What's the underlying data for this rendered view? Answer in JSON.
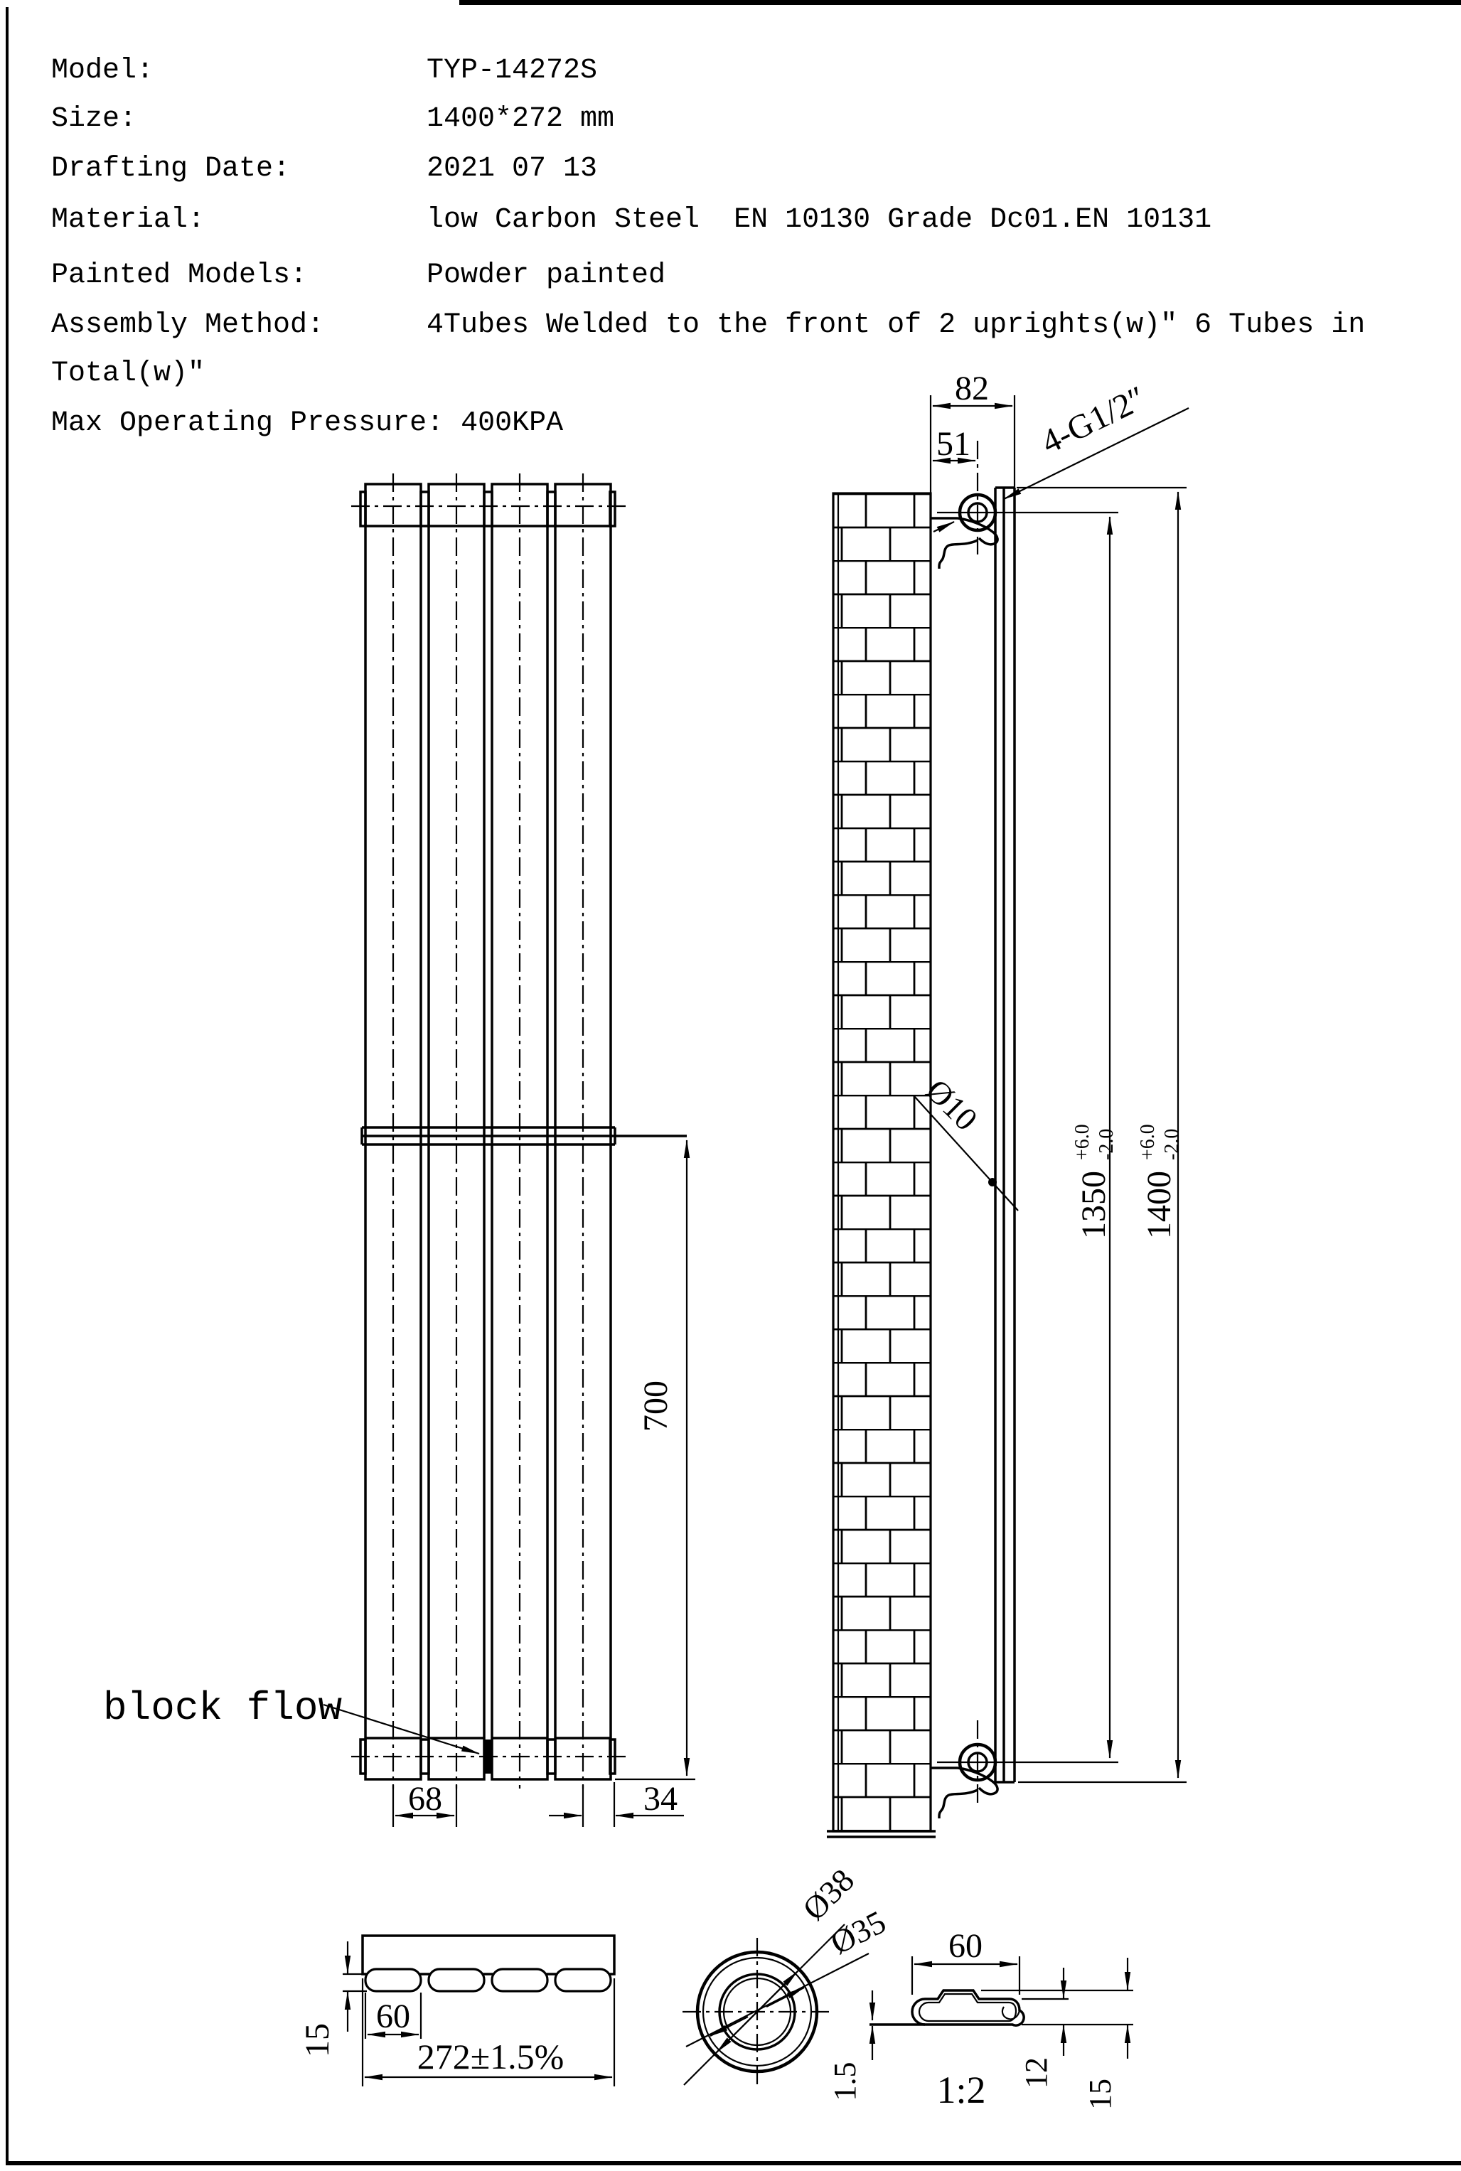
{
  "title_block": {
    "rows": [
      {
        "label": "Model:",
        "value": "TYP-14272S"
      },
      {
        "label": "Size:",
        "value": "1400*272 mm"
      },
      {
        "label": "Drafting Date:",
        "value": "2021 07 13"
      },
      {
        "label": "Material:",
        "value": "low Carbon Steel  EN 10130 Grade Dc01.EN 10131"
      },
      {
        "label": "Painted Models:",
        "value": "Powder painted"
      },
      {
        "label": "Assembly Method:",
        "value": "4Tubes Welded to the front of 2 uprights(w)″ 6 Tubes in"
      }
    ],
    "wrap_line": "Total(w)″",
    "pressure": {
      "label": "Max Operating Pressure:",
      "value": "400KPA"
    }
  },
  "front_view": {
    "labels": {
      "block_flow": "block flow",
      "bracket_height": "700",
      "tube_pitch": "68",
      "edge_to_center": "34"
    }
  },
  "side_view": {
    "labels": {
      "depth": "82",
      "hub_offset": "51",
      "thread": "4-G1/2″",
      "hole": "Ø10"
    },
    "dims": {
      "port_span": {
        "value": "1350",
        "plus": "+6.0",
        "minus": "-2.0"
      },
      "overall": {
        "value": "1400",
        "plus": "+6.0",
        "minus": "-2.0"
      }
    }
  },
  "detail_section": {
    "tube_depth": "15",
    "tube_width": "60",
    "overall_width": "272±1.5%"
  },
  "detail_port": {
    "outer_dia": "Ø38",
    "inner_dia": "Ø35"
  },
  "detail_profile": {
    "width": "60",
    "wall": "1.5",
    "body_height": "12",
    "overall_height": "15",
    "scale": "1:2"
  },
  "colors": {
    "ink": "#000000",
    "paper": "#ffffff"
  }
}
